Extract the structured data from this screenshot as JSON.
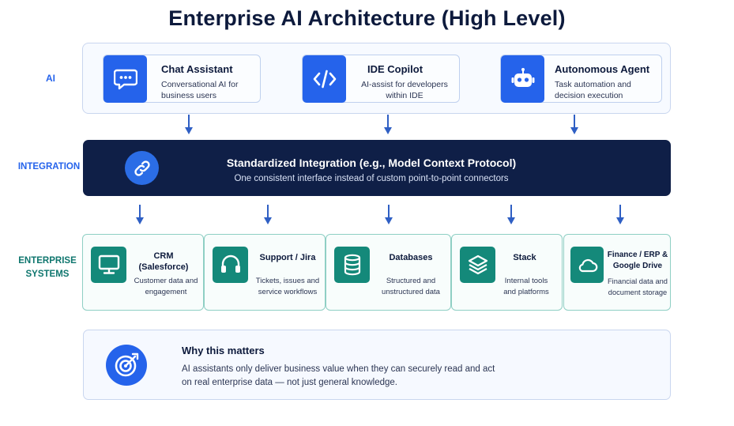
{
  "title": "Enterprise AI Architecture (High Level)",
  "layers": {
    "ai": "AI",
    "integration": "INTEGRATION",
    "enterprise_line1": "ENTERPRISE",
    "enterprise_line2": "SYSTEMS"
  },
  "ai_cards": [
    {
      "title": "Chat Assistant",
      "desc1": "Conversational AI for",
      "desc2": "business users",
      "icon": "chat-icon"
    },
    {
      "title": "IDE Copilot",
      "desc1": "AI-assist for developers",
      "desc2": "within IDE",
      "icon": "code-icon"
    },
    {
      "title": "Autonomous Agent",
      "desc1": "Task automation and",
      "desc2": "decision execution",
      "icon": "robot-icon"
    }
  ],
  "integration": {
    "title": "Standardized Integration (e.g., Model Context Protocol)",
    "subtitle": "One consistent interface instead of custom point-to-point connectors",
    "icon": "link-icon"
  },
  "enterprise_cards": [
    {
      "title1": "CRM",
      "title2": "(Salesforce)",
      "desc1": "Customer data and",
      "desc2": "engagement",
      "icon": "monitor-icon"
    },
    {
      "title1": "Support / Jira",
      "title2": "",
      "desc1": "Tickets, issues and",
      "desc2": "service workflows",
      "icon": "headset-icon"
    },
    {
      "title1": "Databases",
      "title2": "",
      "desc1": "Structured and",
      "desc2": "unstructured data",
      "icon": "database-icon"
    },
    {
      "title1": "Stack",
      "title2": "",
      "desc1": "Internal tools",
      "desc2": "and platforms",
      "icon": "layers-icon"
    },
    {
      "title1": "Finance / ERP &",
      "title2": "Google Drive",
      "desc1": "Financial data and",
      "desc2": "document storage",
      "icon": "cloud-icon"
    }
  ],
  "why": {
    "title": "Why this matters",
    "text1": "AI assistants only deliver business value when they can securely read and act",
    "text2": "on real enterprise data — not just general knowledge.",
    "icon": "target-icon"
  },
  "colors": {
    "ai_blue": "#2563eb",
    "integration_navy": "#0f1f47",
    "enterprise_teal": "#14897a",
    "title_text": "#0d1a3c"
  }
}
